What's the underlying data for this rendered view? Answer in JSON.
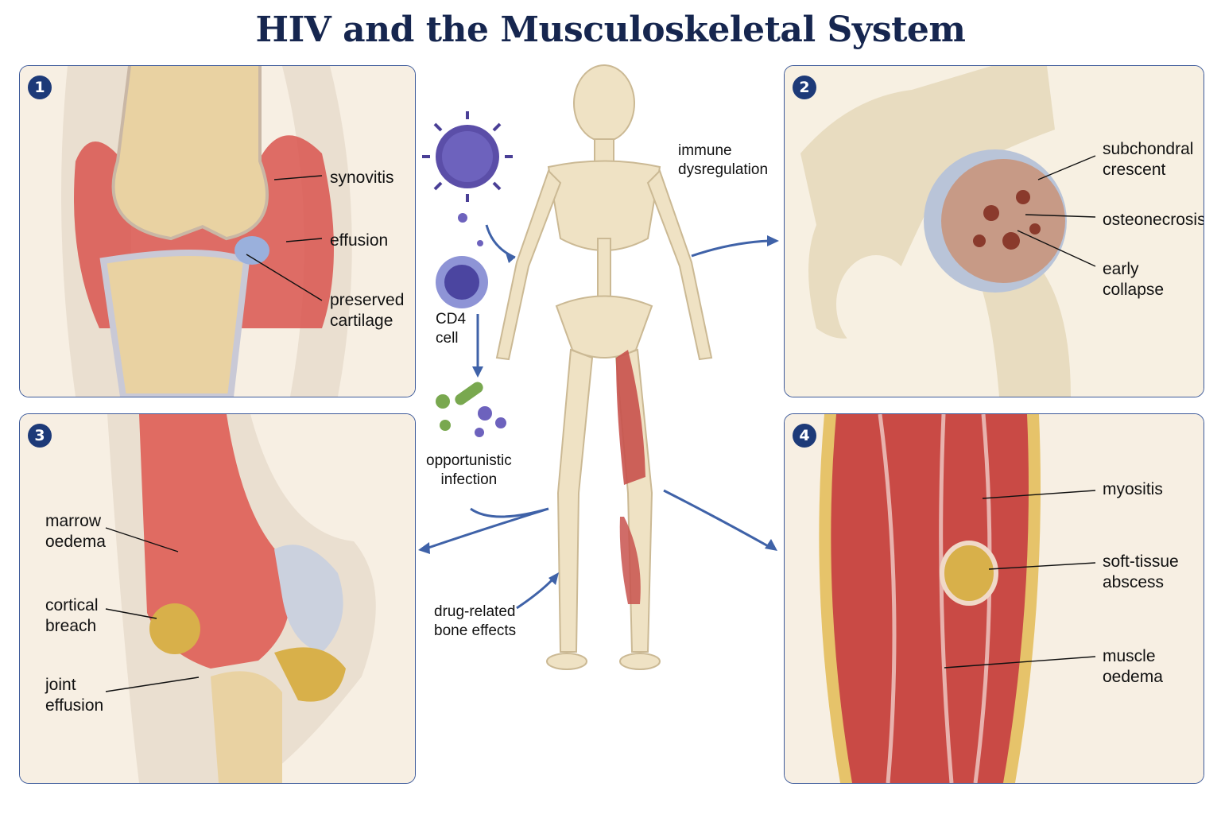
{
  "title": "HIV and the Musculoskeletal System",
  "panels": [
    {
      "number": "1",
      "labels": [
        "synovitis",
        "effusion",
        "preserved\ncartilage"
      ]
    },
    {
      "number": "2",
      "labels": [
        "subchondral\ncrescent",
        "osteonecrosis",
        "early collapse"
      ]
    },
    {
      "number": "3",
      "labels": [
        "marrow\noedema",
        "cortical\nbreach",
        "joint\neffusion"
      ]
    },
    {
      "number": "4",
      "labels": [
        "myositis",
        "soft-tissue\nabscess",
        "muscle\noedema"
      ]
    }
  ],
  "center": {
    "immune": "immune\ndysregulation",
    "cd4": "CD4\ncell",
    "infection": "opportunistic\ninfection",
    "drug": "drug-related\nbone effects"
  },
  "colors": {
    "title": "#16264f",
    "panel_border": "#3d5a9a",
    "badge": "#1d3a78",
    "arrow": "#3f62a8",
    "bone": "#efe2c4",
    "inflamed": "#d9554f",
    "virus": "#5b4ea8"
  }
}
